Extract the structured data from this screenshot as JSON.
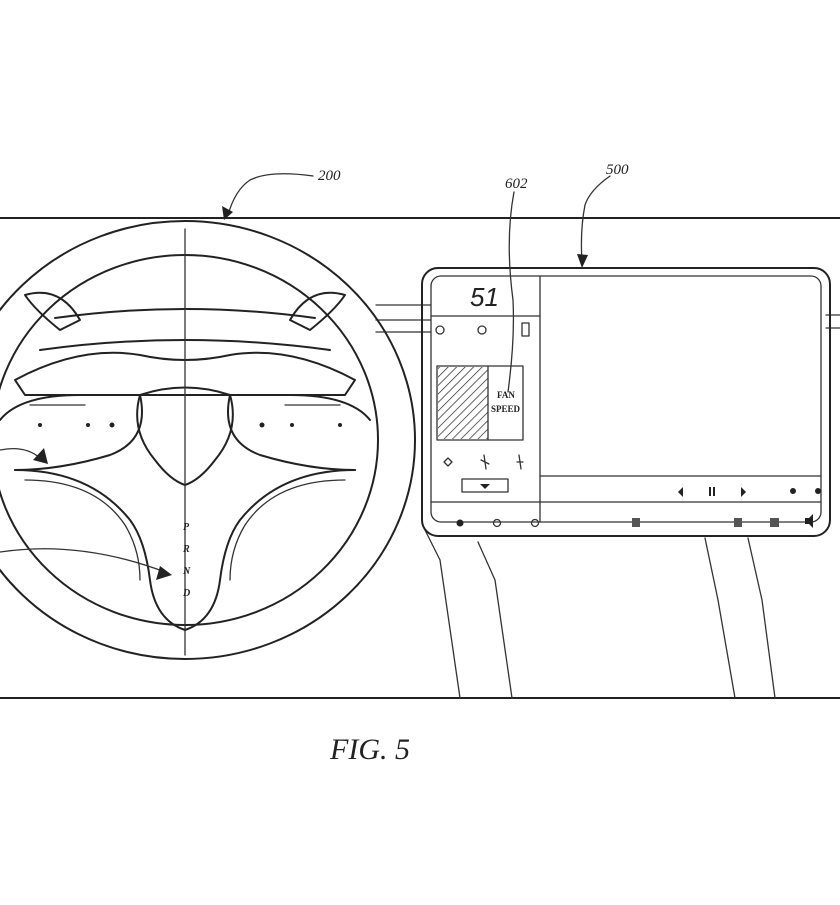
{
  "labels": {
    "steering_wheel_ref": "200",
    "climate_widget_ref": "602",
    "display_ref": "500"
  },
  "display": {
    "speed": "51",
    "fan_label_line1": "FAN",
    "fan_label_line2": "SPEED"
  },
  "gear_selector": [
    "P",
    "R",
    "N",
    "D"
  ],
  "figure_caption": "FIG. 5",
  "icons": [
    "target-icon",
    "circle-icon",
    "battery-icon",
    "diamond-icon",
    "fan-icon",
    "defrost-icon",
    "prev-icon",
    "pause-icon",
    "next-icon",
    "volume-icon"
  ]
}
